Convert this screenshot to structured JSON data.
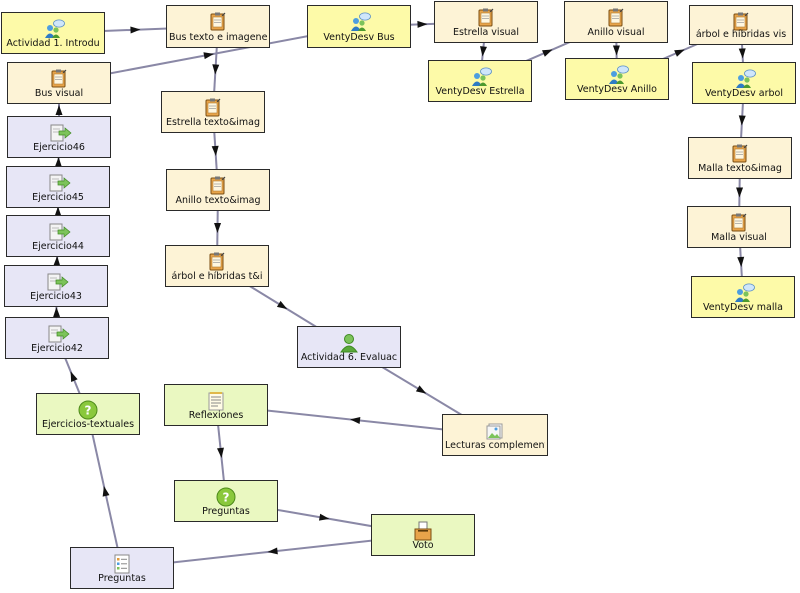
{
  "colors": {
    "activity": "#fdfaa8",
    "resource": "#fdf3d6",
    "exercise": "#e7e6f6",
    "question": "#eaf8c1",
    "eval": "#e7e6f6",
    "edge": "#8a88a6",
    "arrow": "#111111"
  },
  "nodes": [
    {
      "id": "act1",
      "label": "Actividad 1. Introdu",
      "type": "activity",
      "icon": "people-chat-icon"
    },
    {
      "id": "busti",
      "label": "Bus texto e imagenes",
      "type": "resource",
      "icon": "notepad-icon"
    },
    {
      "id": "vdbus",
      "label": "VentyDesv Bus",
      "type": "activity",
      "icon": "people-chat-icon"
    },
    {
      "id": "estvis",
      "label": "Estrella visual",
      "type": "resource",
      "icon": "notepad-icon"
    },
    {
      "id": "vdest",
      "label": "VentyDesv Estrella",
      "type": "activity",
      "icon": "people-chat-icon"
    },
    {
      "id": "anivis",
      "label": "Anillo visual",
      "type": "resource",
      "icon": "notepad-icon"
    },
    {
      "id": "vdani",
      "label": "VentyDesv Anillo",
      "type": "activity",
      "icon": "people-chat-icon"
    },
    {
      "id": "arbvis",
      "label": "árbol e híbridas vis",
      "type": "resource",
      "icon": "notepad-icon"
    },
    {
      "id": "vdarb",
      "label": "VentyDesv arbol",
      "type": "activity",
      "icon": "people-chat-icon"
    },
    {
      "id": "malti",
      "label": "Malla texto&imag",
      "type": "resource",
      "icon": "notepad-icon"
    },
    {
      "id": "malvis",
      "label": "Malla visual",
      "type": "resource",
      "icon": "notepad-icon"
    },
    {
      "id": "vdmal",
      "label": "VentyDesv malla",
      "type": "activity",
      "icon": "people-chat-icon"
    },
    {
      "id": "busvis",
      "label": "Bus visual",
      "type": "resource",
      "icon": "notepad-icon"
    },
    {
      "id": "ej46",
      "label": "Ejercicio46",
      "type": "exercise",
      "icon": "page-arrow-icon"
    },
    {
      "id": "ej45",
      "label": "Ejercicio45",
      "type": "exercise",
      "icon": "page-arrow-icon"
    },
    {
      "id": "ej44",
      "label": "Ejercicio44",
      "type": "exercise",
      "icon": "page-arrow-icon"
    },
    {
      "id": "ej43",
      "label": "Ejercicio43",
      "type": "exercise",
      "icon": "page-arrow-icon"
    },
    {
      "id": "ej42",
      "label": "Ejercicio42",
      "type": "exercise",
      "icon": "page-arrow-icon"
    },
    {
      "id": "estti",
      "label": "Estrella texto&imag",
      "type": "resource",
      "icon": "notepad-icon"
    },
    {
      "id": "aniti",
      "label": "Anillo texto&imag",
      "type": "resource",
      "icon": "notepad-icon"
    },
    {
      "id": "arbti",
      "label": "árbol e híbridas t&i",
      "type": "resource",
      "icon": "notepad-icon"
    },
    {
      "id": "act6",
      "label": "Actividad 6. Evaluac",
      "type": "eval",
      "icon": "person-icon"
    },
    {
      "id": "ejtext",
      "label": "Ejercicios-textuales",
      "type": "question",
      "icon": "question-icon"
    },
    {
      "id": "refl",
      "label": "Reflexiones",
      "type": "question",
      "icon": "notes-icon"
    },
    {
      "id": "lect",
      "label": "Lecturas complementa",
      "type": "resource",
      "icon": "picture-icon"
    },
    {
      "id": "preg1",
      "label": "Preguntas",
      "type": "question",
      "icon": "question-icon"
    },
    {
      "id": "voto",
      "label": "Voto",
      "type": "question",
      "icon": "ballot-icon"
    },
    {
      "id": "preg2",
      "label": "Preguntas",
      "type": "eval",
      "icon": "checklist-icon"
    }
  ],
  "edges": [
    {
      "from": "act1",
      "to": "busti"
    },
    {
      "from": "busvis",
      "to": "vdbus"
    },
    {
      "from": "vdbus",
      "to": "estvis"
    },
    {
      "from": "busti",
      "to": "estti"
    },
    {
      "from": "estvis",
      "to": "vdest"
    },
    {
      "from": "vdest",
      "to": "anivis"
    },
    {
      "from": "anivis",
      "to": "vdani"
    },
    {
      "from": "vdani",
      "to": "arbvis"
    },
    {
      "from": "arbvis",
      "to": "vdarb"
    },
    {
      "from": "vdarb",
      "to": "malti"
    },
    {
      "from": "malti",
      "to": "malvis"
    },
    {
      "from": "malvis",
      "to": "vdmal"
    },
    {
      "from": "estti",
      "to": "aniti"
    },
    {
      "from": "aniti",
      "to": "arbti"
    },
    {
      "from": "arbti",
      "to": "act6"
    },
    {
      "from": "act6",
      "to": "lect"
    },
    {
      "from": "lect",
      "to": "refl"
    },
    {
      "from": "refl",
      "to": "preg1"
    },
    {
      "from": "preg1",
      "to": "voto"
    },
    {
      "from": "voto",
      "to": "preg2"
    },
    {
      "from": "preg2",
      "to": "ejtext"
    },
    {
      "from": "ejtext",
      "to": "ej42"
    },
    {
      "from": "ej42",
      "to": "ej43"
    },
    {
      "from": "ej43",
      "to": "ej44"
    },
    {
      "from": "ej44",
      "to": "ej45"
    },
    {
      "from": "ej45",
      "to": "ej46"
    },
    {
      "from": "ej46",
      "to": "busvis"
    }
  ]
}
